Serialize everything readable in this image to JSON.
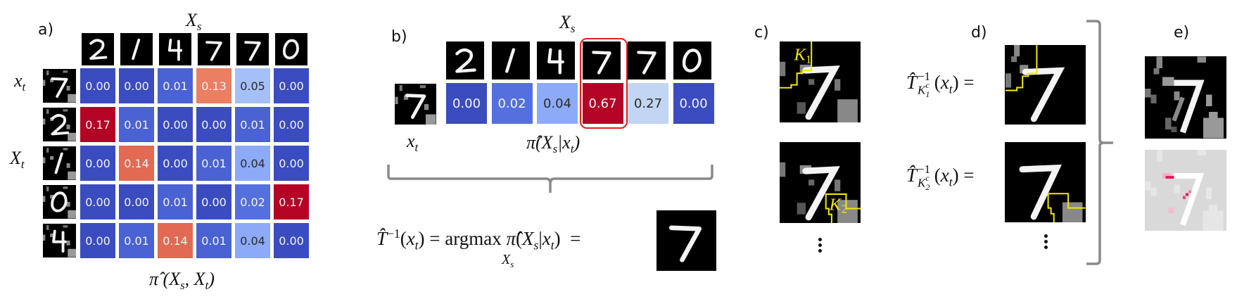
{
  "panels": {
    "a": {
      "label": "a)",
      "col_axis_label": "X_s",
      "row_axis_label_top": "x_t",
      "row_axis_label_mid": "X_t",
      "caption": "π̂ (X_s, X_t)",
      "source_digits": [
        "2",
        "1",
        "4",
        "7",
        "7",
        "0"
      ],
      "target_digits": [
        "7",
        "2",
        "1",
        "0",
        "4"
      ]
    },
    "b": {
      "label": "b)",
      "col_axis_label": "X_s",
      "target_label": "x_t",
      "caption": "π̂(X_s|x_t)",
      "source_digits": [
        "2",
        "1",
        "4",
        "7",
        "7",
        "0"
      ],
      "target_digit": "7",
      "highlight_index": 3,
      "highlight_color": "#e0201c",
      "formula_lhs": "T̂",
      "formula_lhs_sup": "−1",
      "formula_lhs_arg": "(x_t) =",
      "formula_op": "argmax",
      "formula_op_sub": "X_s",
      "formula_rhs": "π̂(X_s|x_t)  =",
      "result_digit": "7"
    },
    "c": {
      "label": "c)",
      "regions": [
        "K_1",
        "K_2"
      ],
      "ellipsis": "⋮",
      "region_color": "#f2e600"
    },
    "d": {
      "label": "d)",
      "equations": [
        {
          "lhs": "T̂",
          "sup": "−1",
          "sub": "K",
          "sub_sup": "c",
          "sub_idx": "1",
          "arg": "(x_t) ="
        },
        {
          "lhs": "T̂",
          "sup": "−1",
          "sub": "K",
          "sub_sup": "c",
          "sub_idx": "2",
          "arg": "(x_t) ="
        }
      ],
      "ellipsis": "⋮"
    },
    "e": {
      "label": "e)",
      "highlight_color": "#e8195a"
    }
  },
  "colors": {
    "cell_0.00": "#3b4cc0",
    "cell_0.01": "#4a62d4",
    "cell_0.02": "#5470de",
    "cell_0.04": "#8caaf8",
    "cell_0.05": "#a5c0f9",
    "cell_0.13": "#ec7e62",
    "cell_0.14": "#e26a52",
    "cell_0.17": "#b40426",
    "cell_0.27": "#c2d5f2",
    "cell_0.67": "#b40426",
    "brace": "#8a8a8a"
  },
  "chart_data": [
    {
      "type": "heatmap",
      "title": "π̂ (X_s, X_t)",
      "xlabel": "X_s",
      "ylabel": "X_t",
      "x": [
        "2",
        "1",
        "4",
        "7",
        "7",
        "0"
      ],
      "y": [
        "7",
        "2",
        "1",
        "0",
        "4"
      ],
      "values": [
        [
          "0.00",
          "0.00",
          "0.01",
          "0.13",
          "0.05",
          "0.00"
        ],
        [
          "0.17",
          "0.01",
          "0.00",
          "0.00",
          "0.01",
          "0.00"
        ],
        [
          "0.00",
          "0.14",
          "0.00",
          "0.01",
          "0.04",
          "0.00"
        ],
        [
          "0.00",
          "0.00",
          "0.01",
          "0.00",
          "0.02",
          "0.17"
        ],
        [
          "0.00",
          "0.01",
          "0.14",
          "0.01",
          "0.04",
          "0.00"
        ]
      ],
      "colormap": "coolwarm"
    },
    {
      "type": "heatmap",
      "title": "π̂(X_s|x_t)",
      "xlabel": "X_s",
      "x": [
        "2",
        "1",
        "4",
        "7",
        "7",
        "0"
      ],
      "values": [
        "0.00",
        "0.02",
        "0.04",
        "0.67",
        "0.27",
        "0.00"
      ],
      "argmax_index": 3
    }
  ]
}
